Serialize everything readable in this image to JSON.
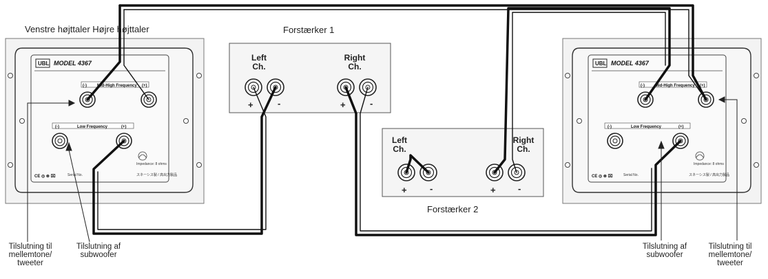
{
  "speakers": {
    "left": {
      "title": "Venstre højttaler Højre højttaler",
      "brand": "UBL",
      "model": "MODEL 4367",
      "hf_minus": "(-)",
      "hf_label": "Mid-High Frequency",
      "hf_plus": "(+)",
      "lf_minus": "(-)",
      "lf_label": "Low Frequency",
      "lf_plus": "(+)",
      "impedance": "Impedance: 8 ohms",
      "serial": "Serial No.",
      "jp_text": "スネーシス製 / 高出力製品",
      "note_midtone": "Tilslutning til\nmellemtone/\ntweeter",
      "note_sub": "Tilslutning af\nsubwoofer"
    },
    "right": {
      "brand": "UBL",
      "model": "MODEL 4367",
      "hf_minus": "(-)",
      "hf_label": "Mid-High Frequency",
      "hf_plus": "(+)",
      "lf_minus": "(-)",
      "lf_label": "Low Frequency",
      "lf_plus": "(+)",
      "impedance": "Impedance: 8 ohms",
      "serial": "Serial No.",
      "jp_text": "スネーシス製 / 高出力製品",
      "note_sub": "Tilslutning af\nsubwoofer",
      "note_midtone": "Tilslutning til\nmellemtone/\ntweeter"
    }
  },
  "amplifiers": {
    "amp1": {
      "title": "Forstærker 1",
      "left": "Left\nCh.",
      "right": "Right\nCh.",
      "plus": "+",
      "minus": "-"
    },
    "amp2": {
      "title": "Forstærker 2",
      "left": "Left\nCh.",
      "right": "Right\nCh.",
      "plus": "+",
      "minus": "-"
    }
  },
  "colors": {
    "wire": "#111111",
    "panel": "#f4f4f4",
    "frame": "#777777"
  }
}
